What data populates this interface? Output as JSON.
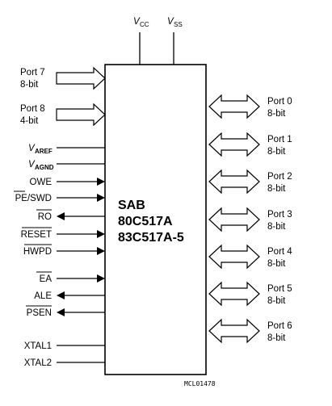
{
  "chip": {
    "lines": [
      "SAB",
      "80C517A",
      "83C517A-5"
    ]
  },
  "supply": [
    {
      "main": "V",
      "sub": "CC"
    },
    {
      "main": "V",
      "sub": "SS"
    }
  ],
  "input_ports": [
    {
      "name": "Port 7",
      "width": "8-bit"
    },
    {
      "name": "Port 8",
      "width": "4-bit"
    }
  ],
  "io_ports": [
    {
      "name": "Port 0",
      "width": "8-bit"
    },
    {
      "name": "Port 1",
      "width": "8-bit"
    },
    {
      "name": "Port 2",
      "width": "8-bit"
    },
    {
      "name": "Port 3",
      "width": "8-bit"
    },
    {
      "name": "Port 4",
      "width": "8-bit"
    },
    {
      "name": "Port 5",
      "width": "8-bit"
    },
    {
      "name": "Port 6",
      "width": "8-bit"
    }
  ],
  "left_pins": [
    {
      "id": "varef",
      "main": "V",
      "sub": "AREF",
      "direction": "none",
      "overbar": false
    },
    {
      "id": "vagnd",
      "main": "V",
      "sub": "AGND",
      "direction": "none",
      "overbar": false
    },
    {
      "id": "owe",
      "label": "OWE",
      "direction": "in",
      "overbar": false
    },
    {
      "id": "pe-swd",
      "label": "PE/SWD",
      "label_pre": "PE",
      "label_post": "/SWD",
      "direction": "in",
      "overbar": true
    },
    {
      "id": "ro",
      "label": "RO",
      "direction": "out",
      "overbar": true
    },
    {
      "id": "reset",
      "label": "RESET",
      "direction": "in",
      "overbar": true
    },
    {
      "id": "hwpd",
      "label": "HWPD",
      "direction": "in",
      "overbar": true
    },
    {
      "id": "ea",
      "label": "EA",
      "direction": "in",
      "overbar": true
    },
    {
      "id": "ale",
      "label": "ALE",
      "direction": "out",
      "overbar": false
    },
    {
      "id": "psen",
      "label": "PSEN",
      "direction": "out",
      "overbar": true
    },
    {
      "id": "xtal1",
      "label": "XTAL1",
      "direction": "none",
      "overbar": false
    },
    {
      "id": "xtal2",
      "label": "XTAL2",
      "direction": "none",
      "overbar": false
    }
  ],
  "figure_ref": "MCL01478"
}
